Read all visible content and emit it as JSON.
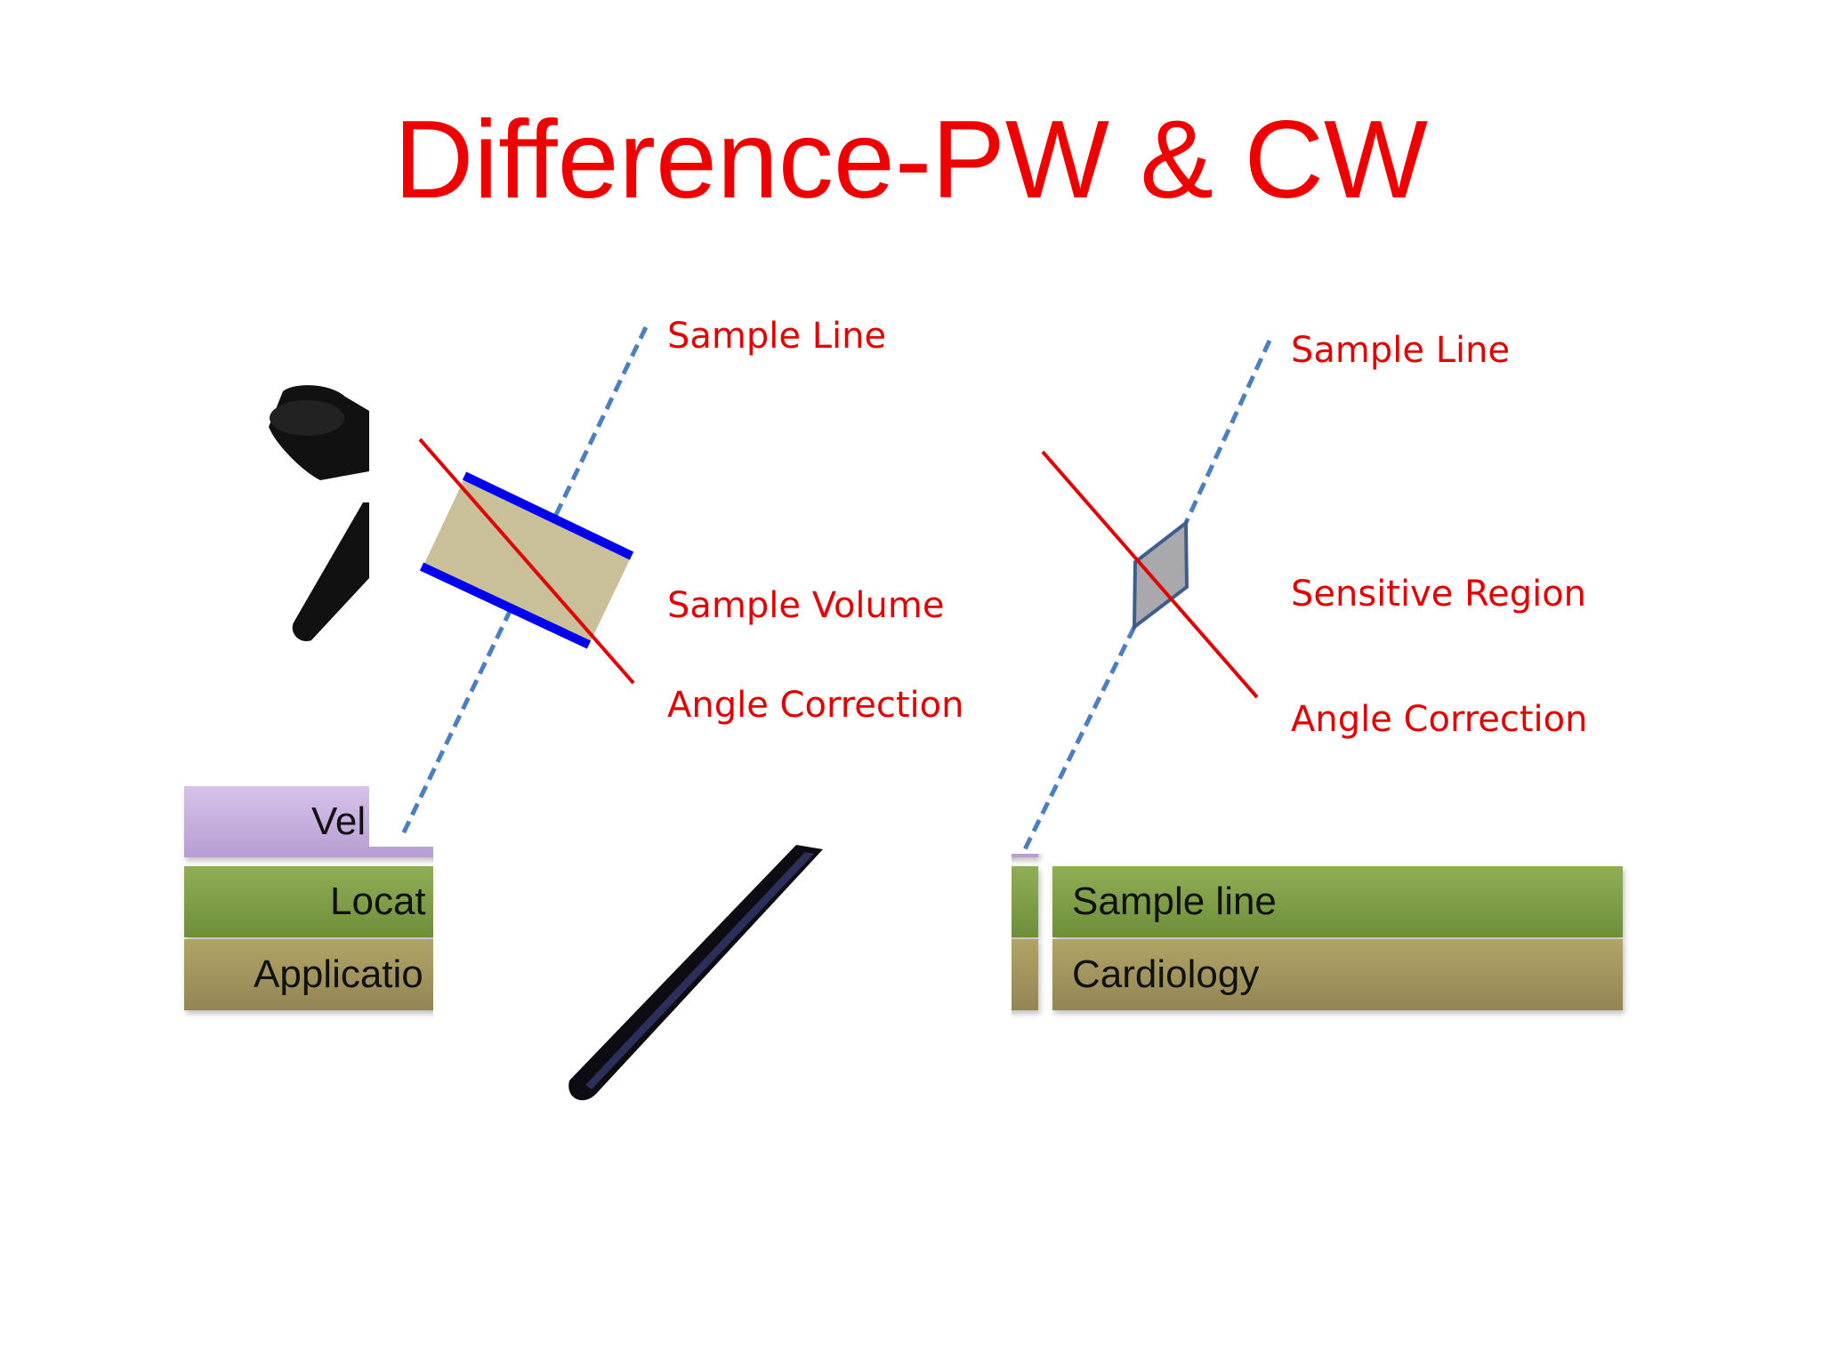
{
  "title": "Difference-PW & CW",
  "left_bars": {
    "velocity_row": "Vel",
    "location_row": "Locat",
    "application_row": "Applicatio"
  },
  "right_bars": {
    "location_row": "Sample line",
    "application_row": "Cardiology"
  },
  "pw_diagram": {
    "sample_line": "Sample Line",
    "sample_volume": "Sample Volume",
    "angle_correction": "Angle Correction"
  },
  "cw_diagram": {
    "sample_line": "Sample Line",
    "sensitive_region": "Sensitive Region",
    "angle_correction": "Angle Correction"
  },
  "colors": {
    "title": "#ee0000",
    "labels": "#e00000",
    "sample_line": "#4a7fc1",
    "angle_line": "#e00000",
    "gate_bars": "#0000ee",
    "sample_volume_fill": "#c9bf98",
    "sensitive_region_fill": "#a9a9ad"
  }
}
